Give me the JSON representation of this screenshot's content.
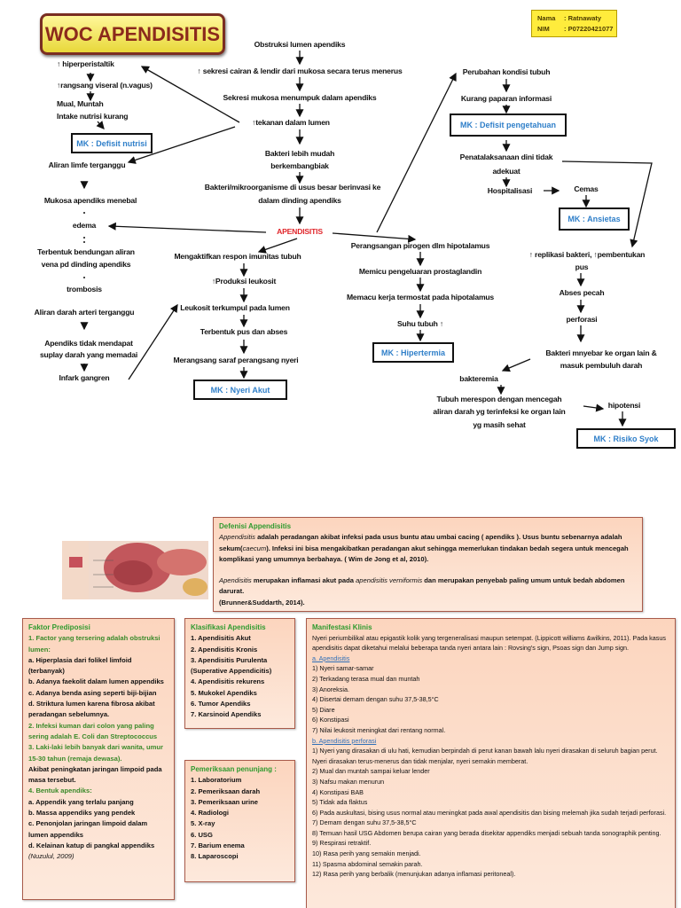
{
  "title": "WOC APENDISITIS",
  "author": {
    "name_label": "Nama",
    "name": ": Ratnawaty",
    "nim_label": "NIM",
    "nim": ": P07220421077"
  },
  "colors": {
    "title_border": "#7a2e22",
    "title_fill": "#fff79a",
    "mk_text": "#2f7fc9",
    "apendisitis": "#e0262b",
    "box_fill": "#fcd5be",
    "box_heading": "#2e9a2e"
  },
  "diagram": {
    "c1": "Obstruksi lumen apendiks",
    "c2": "↑ sekresi cairan & lendir dari mukosa secara terus menerus",
    "c3": "Sekresi mukosa menumpuk dalam apendiks",
    "c4": "↑tekanan dalam lumen",
    "c5a": "Bakteri lebih mudah",
    "c5b": "berkembangbiak",
    "c6a": "Bakteri/mikroorganisme di usus besar berinvasi ke",
    "c6b": "dalam dinding apendiks",
    "center": "APENDISITIS",
    "l1": "↑ hiperperistaltik",
    "l2": "↑rangsang viseral (n.vagus)",
    "l3": "Mual, Muntah",
    "l4": "Intake nutrisi kurang",
    "mk_nutrisi": "MK : Defisit nutrisi",
    "l5": "Aliran limfe terganggu",
    "l6": "Mukosa apendiks menebal",
    "l7": "edema",
    "l8a": "Terbentuk bendungan aliran",
    "l8b": "vena pd dinding apendiks",
    "l9": "trombosis",
    "l10": "Aliran darah arteri terganggu",
    "l11a": "Apendiks tidak mendapat",
    "l11b": "suplay darah yang memadai",
    "l12": "Infark gangren",
    "i1": "Mengaktifkan respon imunitas tubuh",
    "i2": "↑Produksi leukosit",
    "i3": "Leukosit terkumpul pada lumen",
    "i4": "Terbentuk pus dan abses",
    "i5": "Merangsang saraf perangsang nyeri",
    "mk_nyeri": "MK : Nyeri Akut",
    "h1": "Perangsangan pirogen dlm hipotalamus",
    "h2": "Memicu pengeluaran prostaglandin",
    "h3": "Memacu kerja termostat pada hipotalamus",
    "h4": "Suhu tubuh ↑",
    "mk_hipertermia": "MK : Hipertermia",
    "r1": "Perubahan kondisi tubuh",
    "r2": "Kurang paparan informasi",
    "mk_pengetahuan": "MK : Defisit pengetahuan",
    "r3a": "Penatalaksanaan dini tidak",
    "r3b": "adekuat",
    "r4": "Hospitalisasi",
    "r5": "Cemas",
    "mk_ansietas": "MK : Ansietas",
    "p1a": "↑ replikasi bakteri, ↑pembentukan",
    "p1b": "pus",
    "p2": "Abses pecah",
    "p3": "perforasi",
    "p4a": "Bakteri mnyebar ke organ lain &",
    "p4b": "masuk pembuluh darah",
    "p5": "bakteremia",
    "p6a": "Tubuh merespon dengan mencegah",
    "p6b": "aliran darah yg terinfeksi ke organ lain",
    "p6c": "yg masih sehat",
    "p7": "hipotensi",
    "mk_syok": "MK : Risiko Syok"
  },
  "definisi": {
    "heading": "Defenisi Appendisitis",
    "p1_term": "Appendisitis",
    "p1a": " adalah peradangan akibat infeksi pada usus buntu atau umbai cacing ( apendiks ). Usus buntu sebenarnya adalah sekum(",
    "p1_term2": "caecum",
    "p1b": "). Infeksi ini bisa mengakibatkan peradangan akut sehingga memerlukan tindakan bedah segera untuk mencegah komplikasi yang umumnya berbahaya. ( Wim de Jong et al, 2010).",
    "p2_term": "Apendisitis",
    "p2a": " merupakan inflamasi akut pada ",
    "p2_term2": "apendisitis verniformis",
    "p2b": " dan merupakan penyebab paling umum untuk bedah abdomen darurat.",
    "p2_cite": "(Brunner&Suddarth, 2014)."
  },
  "faktor": {
    "heading": "Faktor Prediposisi",
    "f1": "1.  Factor yang tersering adalah obstruksi lumen:",
    "f1_items": [
      "a.  Hiperplasia dari folikel limfoid (terbanyak)",
      "b.  Adanya faekolit dalam lumen appendiks",
      "c.  Adanya benda asing seperti biji-bijian",
      "d.  Striktura lumen karena fibrosa akibat peradangan sebelumnya."
    ],
    "f2": "2.  Infeksi kuman dari colon yang paling sering adalah E. Coli dan Streptococcus",
    "f3": "3.  Laki-laki lebih banyak dari wanita, umur 15-30 tahun (remaja dewasa).",
    "f3_note": "Akibat peningkatan jaringan limpoid pada masa tersebut.",
    "f4": "4.  Bentuk apendiks:",
    "f4_items": [
      "a.  Appendik yang terlalu panjang",
      "b.  Massa appendiks yang pendek",
      "c.   Penonjolan jaringan limpoid dalam lumen appendiks",
      "d.   Kelainan katup di pangkal appendiks"
    ],
    "cite": "(Nuzulul, 2009)"
  },
  "klasifikasi": {
    "heading": "Klasifikasi Apendisitis",
    "items": [
      "1.   Apendisitis Akut",
      "2.   Apendisitis Kronis",
      "3.   Apendisitis Purulenta",
      "      (Superative Appendicitis)",
      "4.   Apendisitis rekurens",
      "5.   Mukokel Apendiks",
      "6.   Tumor Apendiks",
      "7.   Karsinoid Apendiks"
    ]
  },
  "pemeriksaan": {
    "heading": "Pemeriksaan penunjang :",
    "items": [
      "1. Laboratorium",
      "2. Pemeriksaan darah",
      "3. Pemeriksaan urine",
      "4. Radiologi",
      "5. X-ray",
      "6. USG",
      "7. Barium enema",
      "8. Laparoscopi"
    ]
  },
  "manifestasi": {
    "heading": "Manifestasi Klinis",
    "intro": "Nyeri periumbilikal atau epigastik kolik yang tergeneralisasi maupun setempat. (Lippicott williams &wilkins, 2011). Pada kasus apendisitis dapat diketahui melalui beberapa tanda nyeri antara lain : Rovsing's sign, Psoas sign dan Jump sign.",
    "a_heading": "a. Apendisitis",
    "a_items": [
      "1) Nyeri samar-samar",
      "2) Terkadang terasa mual dan muntah",
      "3) Anoreksia.",
      "4) Disertai demam dengan suhu 37,5-38,5°C",
      "5) Diare",
      "6) Konstipasi",
      "7) Nilai leukosit meningkat dari rentang normal."
    ],
    "b_heading": "b. Apendisitis perforasi",
    "b_items": [
      "1) Nyeri yang dirasakan di ulu hati, kemudian berpindah di perut kanan bawah lalu nyeri dirasakan di seluruh bagian perut. Nyeri dirasakan terus-menerus dan tidak menjalar, nyeri semakin memberat.",
      "2) Mual dan muntah sampai keluar lender",
      "3) Nafsu makan menurun",
      "4) Konstipasi BAB",
      "5) Tidak ada flaktus",
      "6) Pada auskultasi, bising usus normal atau meningkat pada awal apendisitis dan bising melemah jika sudah terjadi perforasi.",
      "7) Demam dengan suhu 37,5-38,5°C",
      "8) Temuan hasil USG Abdomen berupa cairan yang berada disekitar appendiks menjadi sebuah tanda sonographik penting.",
      "9) Respirasi retraktif.",
      "10) Rasa perih yang semakin menjadi.",
      "11) Spasma abdominal semakin parah.",
      "12) Rasa perih yang berbalik (menunjukan adanya inflamasi peritoneal)."
    ]
  }
}
